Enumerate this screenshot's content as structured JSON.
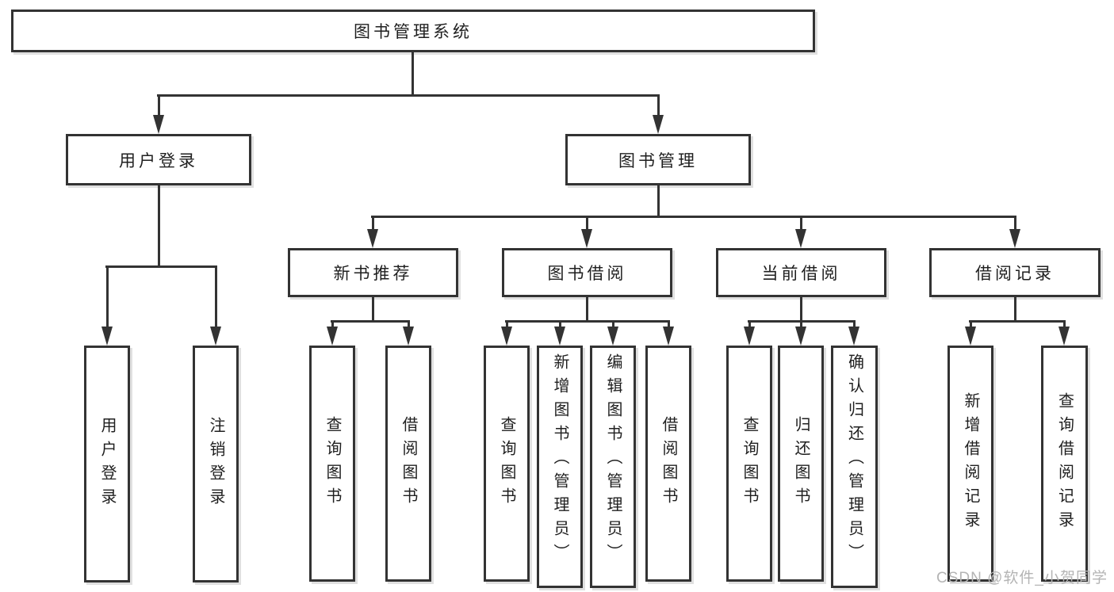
{
  "diagram": {
    "root": {
      "label": "图书管理系统"
    },
    "level2": [
      {
        "label": "用户登录"
      },
      {
        "label": "图书管理"
      }
    ],
    "user_children": [
      {
        "label": "用户登录"
      },
      {
        "label": "注销登录"
      }
    ],
    "book_sections": [
      {
        "label": "新书推荐",
        "children": [
          {
            "label": "查询图书"
          },
          {
            "label": "借阅图书"
          }
        ]
      },
      {
        "label": "图书借阅",
        "children": [
          {
            "label": "查询图书"
          },
          {
            "label": "新增图书（管理员）"
          },
          {
            "label": "编辑图书（管理员）"
          },
          {
            "label": "借阅图书"
          }
        ]
      },
      {
        "label": "当前借阅",
        "children": [
          {
            "label": "查询图书"
          },
          {
            "label": "归还图书"
          },
          {
            "label": "确认归还（管理员）"
          }
        ]
      },
      {
        "label": "借阅记录",
        "children": [
          {
            "label": "新增借阅记录"
          },
          {
            "label": "查询借阅记录"
          }
        ]
      }
    ],
    "watermark": "CSDN @软件_小贺同学"
  },
  "colors": {
    "line": "#333333",
    "text": "#1f1f1f",
    "watermark": "#b4b4b4",
    "bg": "#ffffff"
  }
}
